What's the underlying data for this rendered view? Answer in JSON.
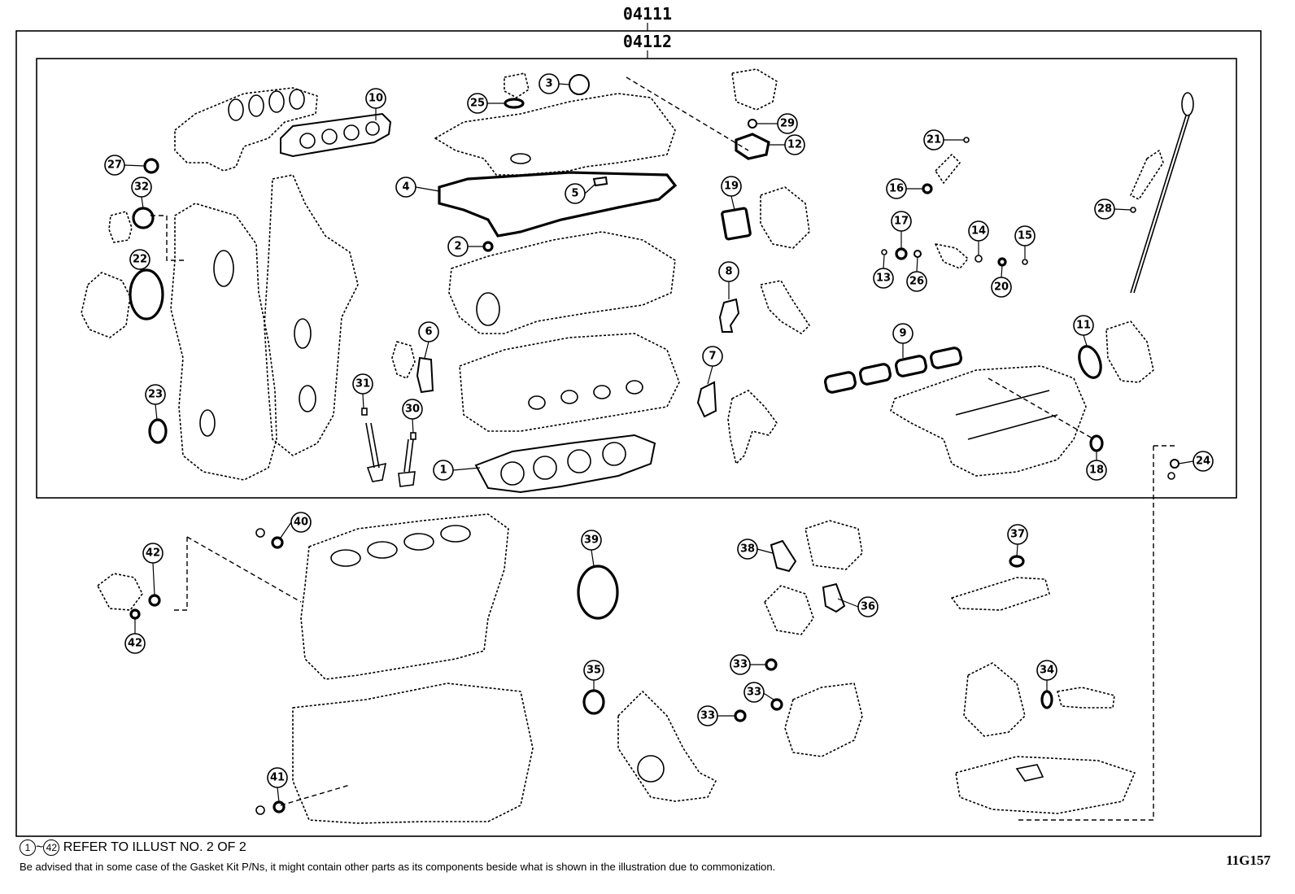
{
  "kit_outer_label": "04111",
  "kit_inner_label": "04112",
  "callouts": [
    "1",
    "2",
    "3",
    "4",
    "5",
    "6",
    "7",
    "8",
    "9",
    "10",
    "11",
    "12",
    "13",
    "14",
    "15",
    "16",
    "17",
    "18",
    "19",
    "20",
    "21",
    "22",
    "23",
    "24",
    "25",
    "26",
    "27",
    "28",
    "29",
    "30",
    "31",
    "32",
    "33",
    "34",
    "35",
    "36",
    "37",
    "38",
    "39",
    "40",
    "41",
    "42"
  ],
  "footer": {
    "refer_first": "1",
    "refer_tilde": "~",
    "refer_last": "42",
    "refer_text": "REFER TO ILLUST NO. 2 OF 2",
    "advice_text": "Be advised that in some case of the Gasket Kit P/Ns,  it might contain other parts as its components beside what is shown in the illustration due to commonization.",
    "illustration_id": "11G157"
  }
}
